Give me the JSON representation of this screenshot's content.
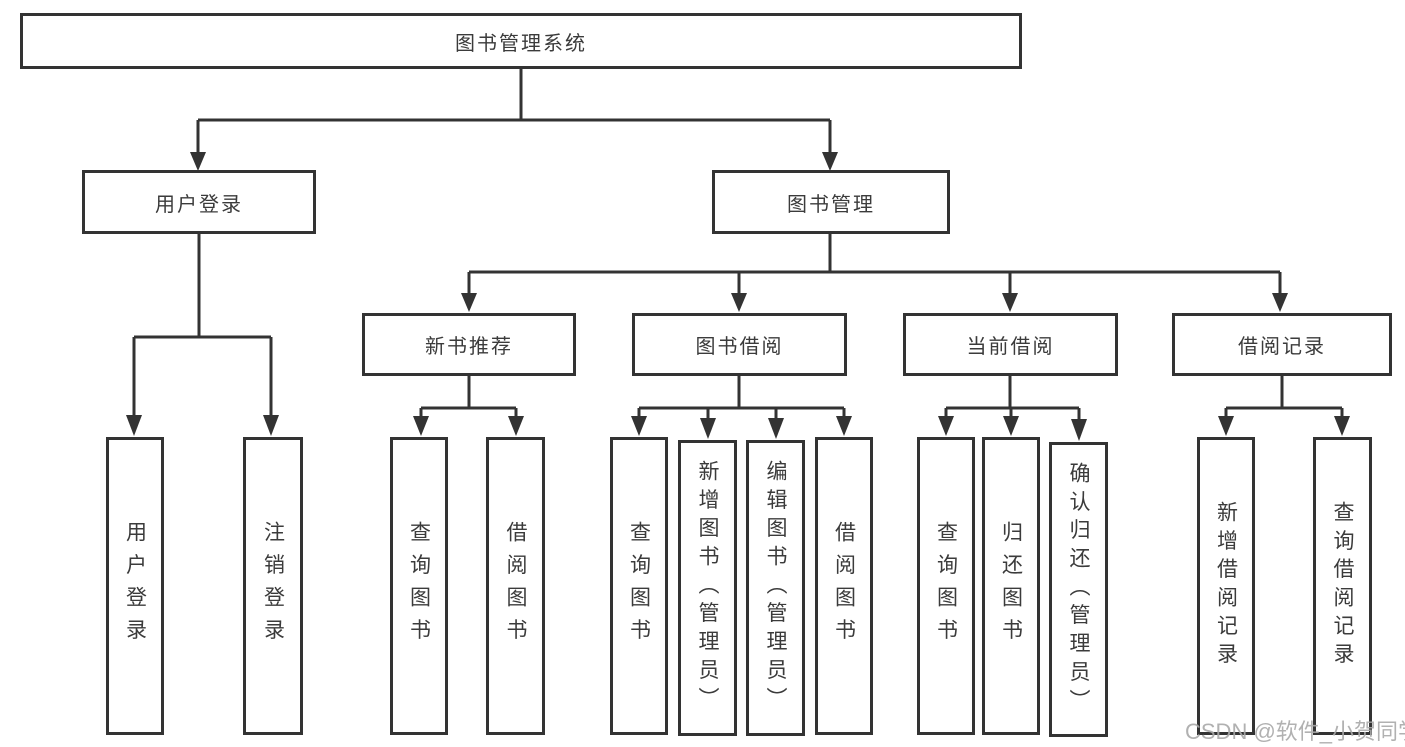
{
  "root": {
    "label": "图书管理系统",
    "children": [
      {
        "label": "用户登录",
        "children": [
          {
            "label": "用户登录"
          },
          {
            "label": "注销登录"
          }
        ]
      },
      {
        "label": "图书管理",
        "children": [
          {
            "label": "新书推荐",
            "children": [
              {
                "label": "查询图书"
              },
              {
                "label": "借阅图书"
              }
            ]
          },
          {
            "label": "图书借阅",
            "children": [
              {
                "label": "查询图书"
              },
              {
                "label": "新增图书（管理员）"
              },
              {
                "label": "编辑图书（管理员）"
              },
              {
                "label": "借阅图书"
              }
            ]
          },
          {
            "label": "当前借阅",
            "children": [
              {
                "label": "查询图书"
              },
              {
                "label": "归还图书"
              },
              {
                "label": "确认归还（管理员）"
              }
            ]
          },
          {
            "label": "借阅记录",
            "children": [
              {
                "label": "新增借阅记录"
              },
              {
                "label": "查询借阅记录"
              }
            ]
          }
        ]
      }
    ]
  },
  "watermark": "CSDN @软件_小贺同学",
  "colors": {
    "line": "#333333",
    "text": "#3b3b3b",
    "box_background": "#ffffff",
    "watermark": "#a9a9a9"
  }
}
